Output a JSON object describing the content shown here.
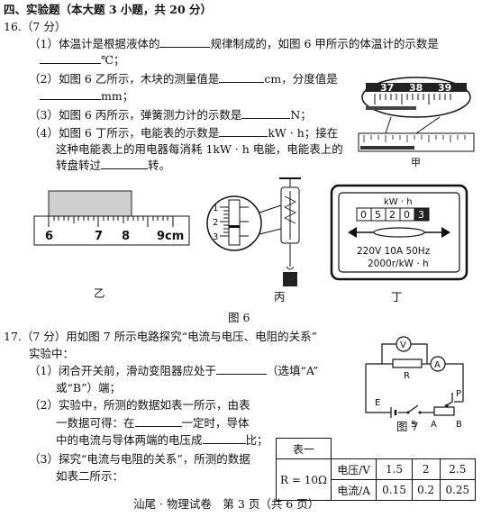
{
  "section_title": "四、实验题（本大题 3 小题，共 20 分）",
  "q16": {
    "number": "16.",
    "score": "（7 分）",
    "p1_a": "（1）体温计是根据液体的",
    "p1_b": "规律制成的，如图 6 甲所示的体温计的示数是",
    "p1_unit": "℃；",
    "p2_a": "（2）如图 6 乙所示，木块的测量值是",
    "p2_b": "cm，分度值是",
    "p2_unit": "mm；",
    "p3_a": "（3）如图 6 丙所示，弹簧测力计的示数是",
    "p3_b": "N；",
    "p4_a": "（4）如图 6 丁所示，电能表的示数是",
    "p4_b": "kW · h；接在",
    "p4_line2": "这种电能表上的用电器每消耗 1kW · h 电能，电能表上的",
    "p4_line3a": "转盘转过",
    "p4_line3b": "转。"
  },
  "fig6": {
    "thermo_ticks": [
      "37",
      "38",
      "39"
    ],
    "label_jia": "甲",
    "ruler_ticks": [
      "6",
      "7",
      "8",
      "9cm"
    ],
    "label_yi": "乙",
    "spring_ticks": [
      "1",
      "2",
      "3"
    ],
    "label_bing": "丙",
    "meter_unit": "kW · h",
    "meter_digits": [
      "0",
      "5",
      "2",
      "0",
      "3"
    ],
    "meter_spec1": "220V  10A  50Hz",
    "meter_spec2": "2000r/kW · h",
    "label_ding": "丁",
    "caption": "图 6"
  },
  "q17": {
    "line1": "17.（7 分）用如图 7 所示电路探究“电流与电压、电阻的关系”",
    "line2": "实验中：",
    "p1_a": "（1）闭合开关前，滑动变阻器应处于",
    "p1_b": "（选填“A”",
    "p1_c": "或“B”）端；",
    "p2_a": "（2）实验中，所测的数据如表一所示，由表",
    "p2_b": "一数据可得：在",
    "p2_c": "一定时，导体",
    "p2_d": "中的电流与导体两端的电压成",
    "p2_e": "比；",
    "p3_a": "（3）探究“电流与电阻的关系”，所测的数据",
    "p3_b": "如表二所示："
  },
  "fig7": {
    "labels": [
      "V",
      "A",
      "R",
      "E",
      "S",
      "P",
      "A",
      "B"
    ],
    "caption": "图 7"
  },
  "table1": {
    "title": "表一",
    "condition": "R = 10Ω",
    "row_voltage_label": "电压/V",
    "row_current_label": "电流/A",
    "voltages": [
      "1.5",
      "2",
      "2.5"
    ],
    "currents": [
      "0.15",
      "0.2",
      "0.25"
    ]
  },
  "footer": "汕尾 · 物理试卷　第 3 页（共 6 页）"
}
